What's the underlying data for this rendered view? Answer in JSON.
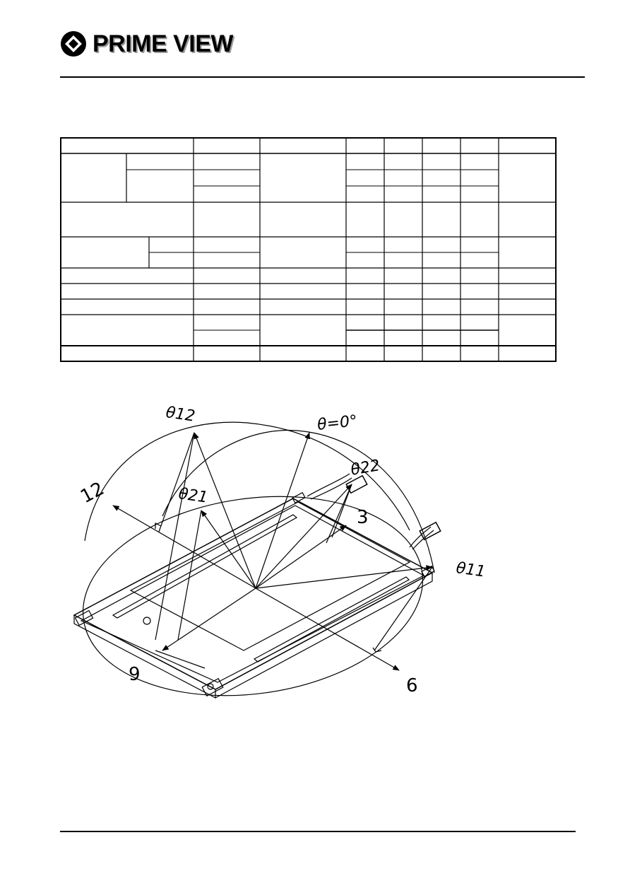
{
  "header": {
    "brand": "PRIME VIEW"
  },
  "diagram": {
    "labels": {
      "theta_zero": "θ=0°",
      "theta_12": "θ12",
      "theta_21": "θ21",
      "theta_22": "θ22",
      "theta_11": "θ11",
      "dir_12": "12",
      "dir_3": "3",
      "dir_9": "9",
      "dir_6": "6"
    }
  }
}
